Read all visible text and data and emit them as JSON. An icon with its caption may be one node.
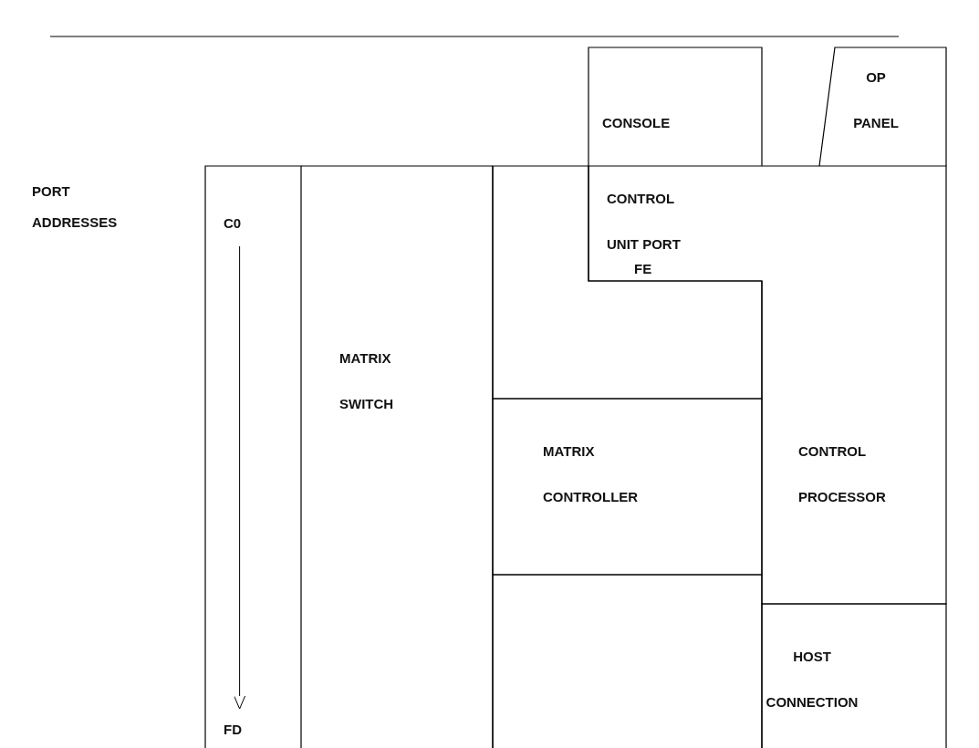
{
  "diagram": {
    "nodes": [
      {
        "text": [
          "CONSOLE"
        ]
      },
      {
        "text": [
          "OP PANEL"
        ]
      },
      {
        "text": [],
        "shape": "box"
      },
      {
        "text": [
          "C0"
        ],
        "in": 2
      },
      {
        "text": [
          "FD"
        ],
        "in": 2
      },
      {
        "text": [
          "MATRIX SWITCH"
        ]
      },
      {
        "text": [],
        "shape": "box"
      },
      {
        "text": [
          "CONTROL UNIT PORT",
          "FE",
          "CONTROL PROCESSOR"
        ]
      },
      {
        "text": [
          "MATRIX CONTROLLER"
        ]
      },
      {
        "text": [],
        "shape": "box"
      },
      {
        "text": [
          "HOST CONNECTION"
        ]
      }
    ],
    "edges": [
      {
        "from": 3,
        "to": 4,
        "arrow": "to"
      }
    ],
    "labels": [
      "PORT ADDRESSES"
    ]
  }
}
